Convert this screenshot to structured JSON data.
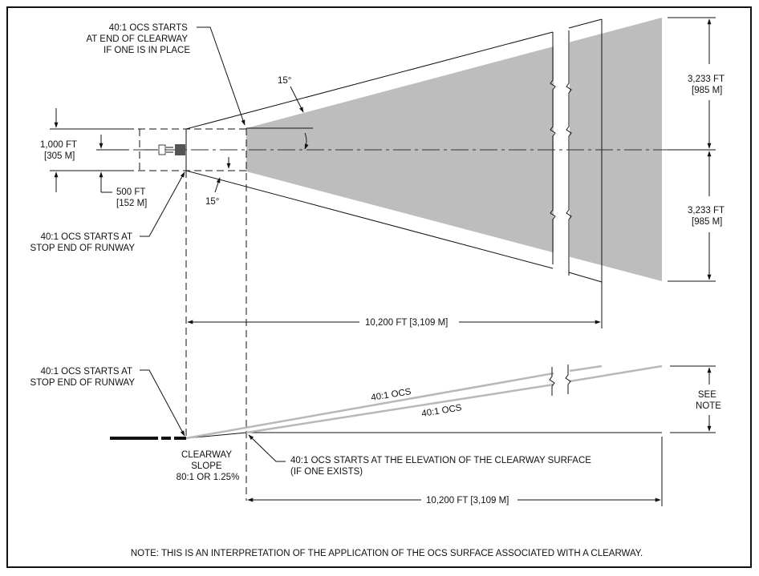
{
  "plan_view": {
    "ocs_start_clearway": [
      "40:1 OCS STARTS",
      "AT END OF CLEARWAY",
      "IF ONE IS IN PLACE"
    ],
    "angle_label_top": "15°",
    "angle_label_bottom": "15°",
    "width_ft": "1,000 FT",
    "width_m": "[305 M]",
    "offset_ft": "500 FT",
    "offset_m": "[152 M]",
    "half_width_top_ft": "3,233 FT",
    "half_width_top_m": "[985 M]",
    "half_width_bottom_ft": "3,233 FT",
    "half_width_bottom_m": "[985 M]",
    "ocs_start_runway": [
      "40:1 OCS STARTS AT",
      "STOP END OF RUNWAY"
    ],
    "length_label": "10,200 FT [3,109 M]"
  },
  "profile_view": {
    "ocs_start_runway": [
      "40:1 OCS STARTS AT",
      "STOP END OF RUNWAY"
    ],
    "ocs_slope_upper": "40:1 OCS",
    "ocs_slope_lower": "40:1 OCS",
    "see_note": [
      "SEE",
      "NOTE"
    ],
    "clearway_slope": [
      "CLEARWAY",
      "SLOPE",
      "80:1 OR 1.25%"
    ],
    "ocs_elevation_note": [
      "40:1 OCS STARTS AT THE ELEVATION OF THE CLEARWAY SURFACE",
      "(IF ONE EXISTS)"
    ],
    "length_label": "10,200 FT [3,109 M]"
  },
  "note": "NOTE:  THIS IS AN INTERPRETATION OF THE APPLICATION OF THE OCS SURFACE ASSOCIATED WITH A CLEARWAY.",
  "colors": {
    "ink": "#111111",
    "ocs_fill": "#bdbdbd",
    "ocs_line": "#b8b8b8",
    "frame": "#111111"
  }
}
